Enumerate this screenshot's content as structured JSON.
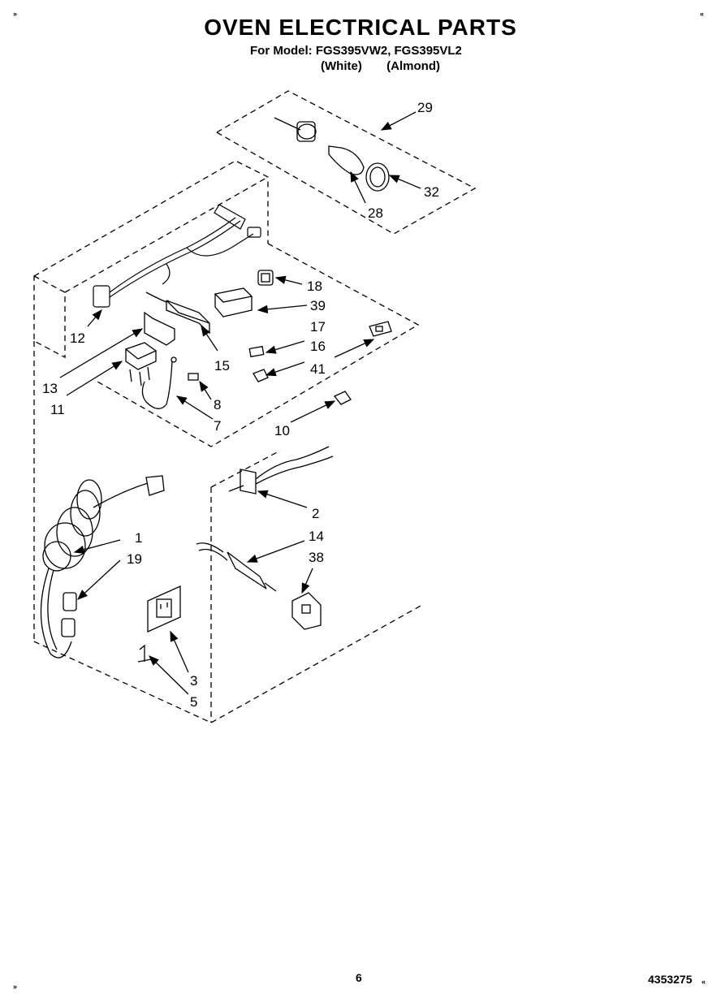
{
  "header": {
    "title": "OVEN ELECTRICAL PARTS",
    "model_line": "For Model: FGS395VW2, FGS395VL2",
    "color_white": "(White)",
    "color_almond": "(Almond)"
  },
  "footer": {
    "page_number": "6",
    "document_number": "4353275"
  },
  "corner_marks": {
    "top_left": "»",
    "top_right": "«",
    "bottom_left": "»",
    "bottom_right": "«"
  },
  "callouts": {
    "c29": "29",
    "c32": "32",
    "c28": "28",
    "c18": "18",
    "c39": "39",
    "c17": "17",
    "c16": "16",
    "c41": "41",
    "c12": "12",
    "c15": "15",
    "c13": "13",
    "c11": "11",
    "c8": "8",
    "c7": "7",
    "c10": "10",
    "c2": "2",
    "c1": "1",
    "c19": "19",
    "c14": "14",
    "c38": "38",
    "c3": "3",
    "c5": "5"
  }
}
